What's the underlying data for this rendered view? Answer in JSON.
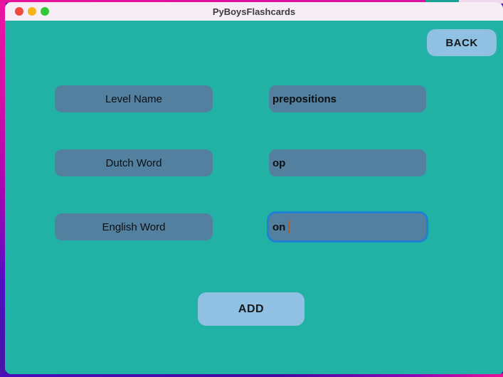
{
  "window": {
    "title": "PyBoysFlashcards"
  },
  "toolbar": {
    "back_label": "BACK"
  },
  "form": {
    "rows": [
      {
        "label": "Level Name",
        "value": "prepositions",
        "focused": false
      },
      {
        "label": "Dutch Word",
        "value": "op",
        "focused": false
      },
      {
        "label": "English Word",
        "value": "on",
        "focused": true
      }
    ],
    "add_label": "ADD"
  },
  "colors": {
    "background_teal": "#22b1a5",
    "field_slate_blue": "#53809f",
    "button_light_blue": "#90c0e2",
    "focus_ring_blue": "#1e82d4",
    "titlebar_pink": "#f6edf5",
    "caret_orange": "#a9612f",
    "desktop_gradient_top": "#ed15a1",
    "desktop_gradient_bottom": "#4a0dbc"
  }
}
